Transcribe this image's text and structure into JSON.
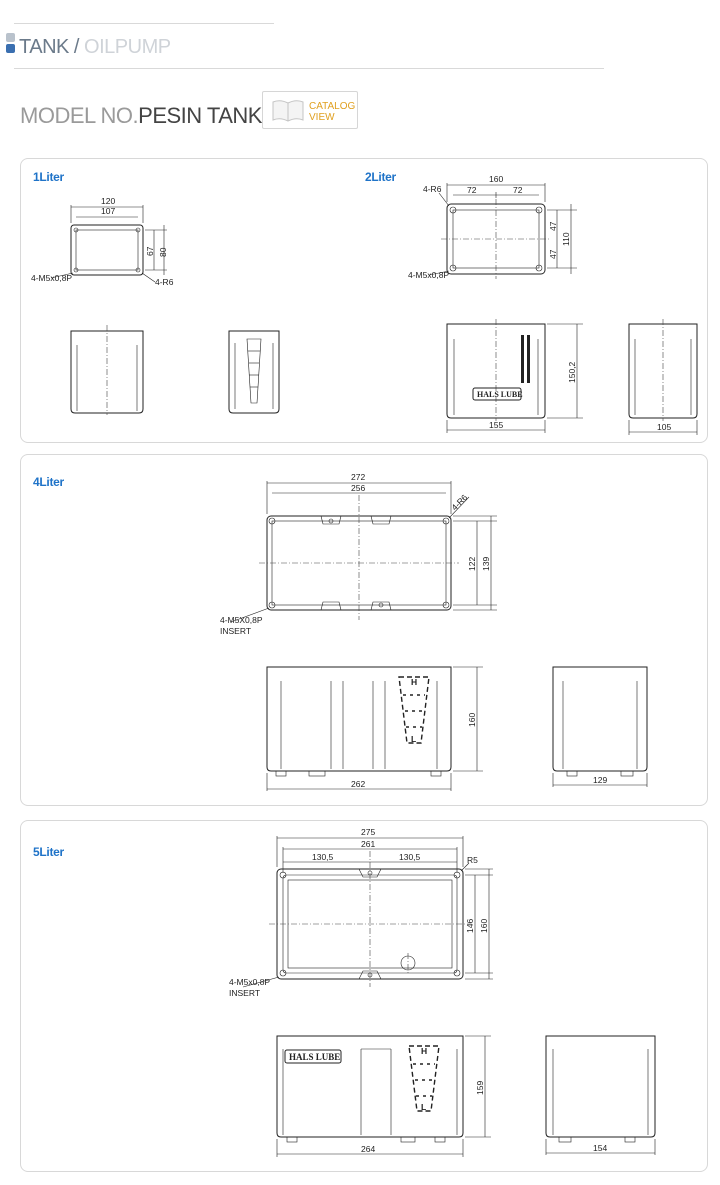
{
  "breadcrumb": {
    "current": "TANK",
    "separator": "/",
    "other": "OILPUMP"
  },
  "model": {
    "label": "MODEL NO.",
    "value": "PESIN TANK"
  },
  "catalog": {
    "line1": "CATALOG",
    "line2": "VIEW",
    "icon": "book-icon"
  },
  "colors": {
    "accent_blue": "#1f73c8",
    "catalog_orange": "#e0a020",
    "bullet_top": "#b9c2cc",
    "bullet_bottom": "#3a6fb0"
  },
  "panels": [
    {
      "items": [
        {
          "label": "1Liter",
          "dims": {
            "w_outer": "120",
            "w_inner": "107",
            "h_inner": "67",
            "h_outer": "80",
            "screw": "4-M5x0,8P",
            "radius": "4-R6"
          }
        },
        {
          "label": "2Liter",
          "dims": {
            "w_outer": "160",
            "half_a": "72",
            "half_b": "72",
            "h_a": "47",
            "h_b": "47",
            "h_outer": "110",
            "radius": "4-R6",
            "screw": "4-M5x0,8P",
            "height": "150,2",
            "front_w": "155",
            "side_w": "105",
            "brand": "HALS LUBE"
          }
        }
      ]
    },
    {
      "label": "4Liter",
      "dims": {
        "w_outer": "272",
        "w_inner": "256",
        "radius": "4-R6",
        "h_inner": "122",
        "h_outer": "139",
        "screw": "4-M5X0,8P",
        "insert": "INSERT",
        "height": "160",
        "front_w": "262",
        "side_w": "129",
        "gauge_h": "H",
        "gauge_l": "L"
      }
    },
    {
      "label": "5Liter",
      "dims": {
        "w_outer": "275",
        "w_inner": "261",
        "half_a": "130,5",
        "half_b": "130,5",
        "radius": "R5",
        "h_inner": "146",
        "h_outer": "160",
        "screw": "4-M5x0,8P",
        "insert": "INSERT",
        "height": "159",
        "front_w": "264",
        "side_w": "154",
        "brand": "HALS LUBE",
        "gauge_h": "H",
        "gauge_l": "L"
      }
    }
  ]
}
